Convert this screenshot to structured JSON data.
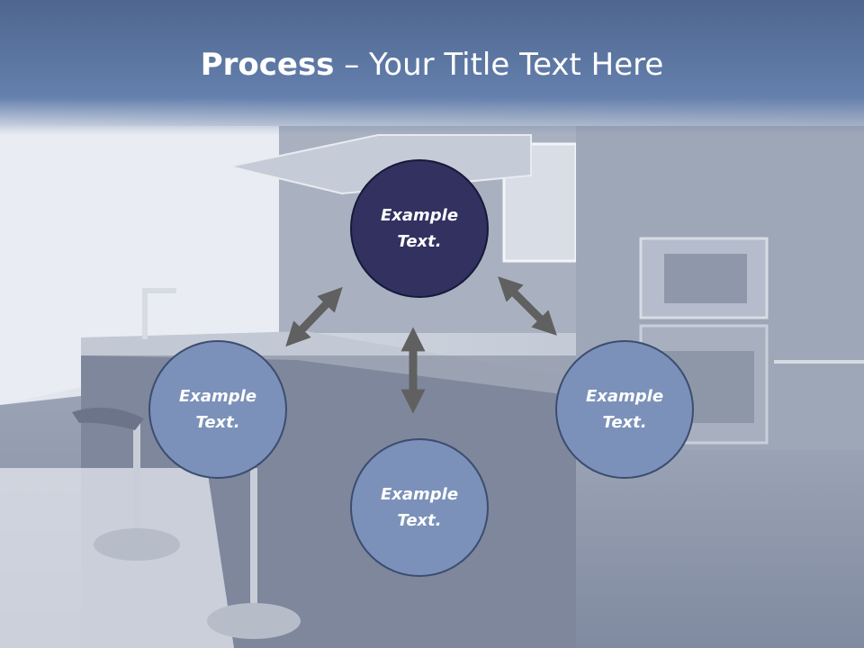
{
  "slide": {
    "title_bold": "Process",
    "title_rest": " – Your Title Text Here"
  },
  "nodes": {
    "top": "Example Text.",
    "left": "Example Text.",
    "right": "Example Text.",
    "bottom": "Example Text."
  },
  "colors": {
    "primary_circle": "#323160",
    "secondary_circle": "#7b91b9",
    "arrow": "#606060",
    "title_band": "#6580ad"
  }
}
